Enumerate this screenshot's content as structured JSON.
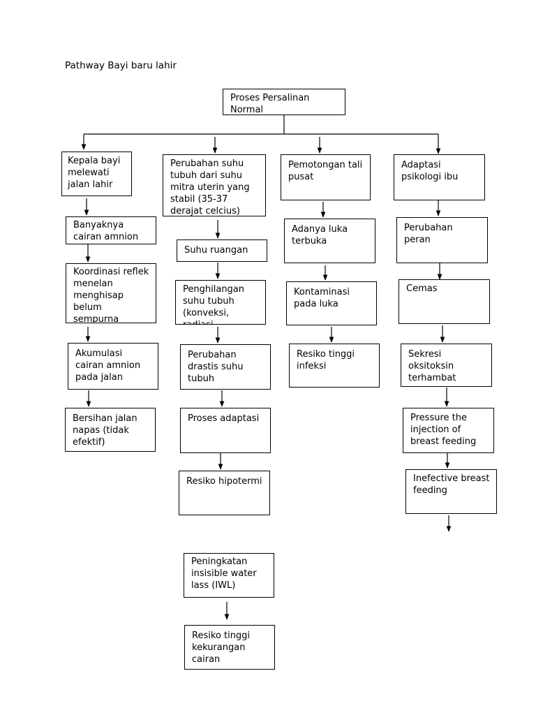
{
  "title": "Pathway Bayi baru lahir",
  "nodes": {
    "root": "Proses Persalinan Normal",
    "c1_1": "Kepala bayi melewati jalan lahir",
    "c1_2": "Banyaknya cairan amnion tertelan",
    "c1_3": "Koordinasi reflek menelan menghisap belum sempurna",
    "c1_4": "Akumulasi cairan amnion pada jalan",
    "c1_5": "Bersihan jalan napas (tidak efektif)",
    "c2_1": "Perubahan suhu tubuh dari suhu mitra uterin yang stabil (35-37 derajat celcius)",
    "c2_2": "Suhu ruangan",
    "c2_3": "Penghilangan suhu tubuh (konveksi, radiasi",
    "c2_4": "Perubahan drastis suhu tubuh",
    "c2_5": "Proses adaptasi",
    "c2_6": "Resiko hipotermi",
    "c2_7": "Peningkatan insisible water lass (IWL)",
    "c2_8": "Resiko tinggi kekurangan cairan",
    "c3_1": "Pemotongan tali pusat",
    "c3_2": "Adanya luka terbuka",
    "c3_3": "Kontaminasi pada luka",
    "c3_4": "Resiko tinggi infeksi",
    "c4_1": "Adaptasi psikologi ibu",
    "c4_2": "Perubahan peran",
    "c4_3": "Cemas",
    "c4_4": "Sekresi oksitoksin terhambat",
    "c4_5": "Pressure the injection of breast feeding",
    "c4_6": "Inefective breast feeding"
  }
}
